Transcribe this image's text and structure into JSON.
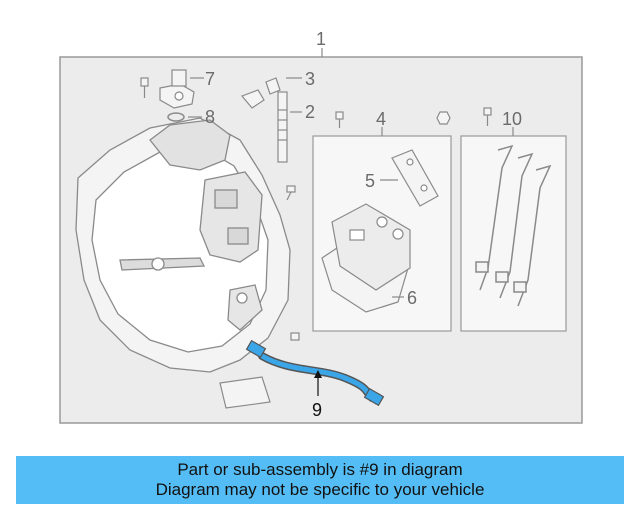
{
  "diagram": {
    "callouts": {
      "c1": "1",
      "c2": "2",
      "c3": "3",
      "c4": "4",
      "c5": "5",
      "c6": "6",
      "c7": "7",
      "c8": "8",
      "c9": "9",
      "c10": "10"
    },
    "highlighted_part": "9",
    "colors": {
      "line": "#8a8a8a",
      "panel": "#ebebeb",
      "highlight": "#3aa6e8",
      "banner": "#55bdf5"
    }
  },
  "banner": {
    "line1": "Part or sub-assembly is #9 in diagram",
    "line2": "Diagram may not be specific to your vehicle"
  }
}
